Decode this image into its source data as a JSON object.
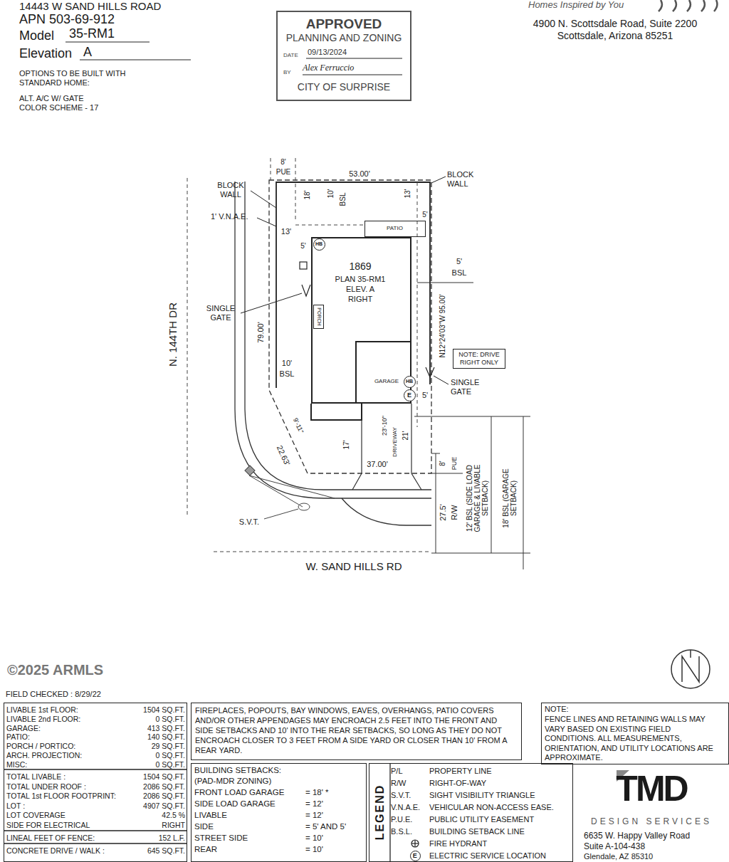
{
  "diagram": {
    "nodes": [
      {
        "text": [
          "APPROVED",
          "PLANNING AND ZONING",
          "DATE",
          "09/13/2024",
          "BY",
          "Alex Ferruccio",
          "CITY OF SURPRISE"
        ]
      },
      {
        "text": [
          "1869",
          "PLAN 35-RM1",
          "ELEV. A",
          "RIGHT"
        ]
      },
      {
        "text": [
          "PATIO"
        ]
      },
      {
        "text": [
          "PORCH"
        ],
        "in": 1
      },
      {
        "text": [
          "HB"
        ]
      },
      {
        "text": [
          "HB"
        ]
      },
      {
        "text": [
          "E"
        ]
      },
      {
        "text": [
          "NOTE: DRIVE RIGHT ONLY"
        ]
      },
      {
        "text": [
          "LIVABLE 1st FLOOR:",
          "1504 SQ.FT.",
          "LIVABLE 2nd FLOOR:",
          "0 SQ.FT.",
          "GARAGE:",
          "413 SQ.FT.",
          "PATIO:",
          "140 SQ.FT.",
          "PORCH / PORTICO:",
          "29 SQ.FT.",
          "ARCH. PROJECTION:",
          "0 SQ.FT.",
          "MISC:",
          "0 SQ.FT.",
          "TOTAL LIVABLE :",
          "1504 SQ.FT.",
          "TOTAL UNDER ROOF :",
          "2086 SQ.FT.",
          "TOTAL 1st FLOOR FOOTPRINT:",
          "2086 SQ.FT.",
          "LOT :",
          "4907 SQ.FT.",
          "LOT COVERAGE",
          "42.5 %",
          "SIDE FOR ELECTRICAL",
          "RIGHT",
          "LINEAL FEET OF FENCE:",
          "152 L.F.",
          "CONCRETE DRIVE / WALK :",
          "645 SQ.FT."
        ]
      },
      {
        "text": [
          "FIREPLACES, POPOUTS, BAY WINDOWS, EAVES, OVERHANGS, PATIO COVERS AND/OR OTHER APPENDAGES MAY ENCROACH 2.5 FEET INTO THE FRONT AND SIDE SETBACKS AND 10' INTO THE REAR SETBACKS, SO LONG AS THEY DO NOT ENCROACH CLOSER TO 3 FEET FROM A SIDE YARD OR CLOSER THAN 10' FROM A REAR YARD."
        ]
      },
      {
        "text": [
          "BUILDING SETBACKS:",
          "(PAD-MDR ZONING)",
          "FRONT LOAD GARAGE",
          "= 18' *",
          "SIDE LOAD GARAGE",
          "= 12'",
          "LIVABLE",
          "= 12'",
          "SIDE",
          "= 5' AND 5'",
          "STREET SIDE",
          "= 10'",
          "REAR",
          "= 10'"
        ]
      },
      {
        "text": [
          "LEGEND",
          "P/L",
          "PROPERTY LINE",
          "R/W",
          "RIGHT-OF-WAY",
          "S.V.T.",
          "SIGHT VISIBILITY TRIANGLE",
          "V.N.A.E.",
          "VEHICULAR NON-ACCESS EASE.",
          "P.U.E.",
          "PUBLIC UTILITY EASEMENT",
          "B.S.L.",
          "BUILDING SETBACK LINE",
          "FIRE HYDRANT",
          "ELECTRIC SERVICE LOCATION"
        ]
      },
      {
        "text": [
          "E"
        ],
        "in": 11
      },
      {
        "text": [
          "NOTE:",
          "FENCE LINES AND RETAINING WALLS MAY VARY BASED ON EXISTING FIELD CONDITIONS. ALL MEASUREMENTS, ORIENTATION, AND UTILITY LOCATIONS ARE APPROXIMATE."
        ]
      }
    ],
    "labels": [
      "14443 W SAND HILLS ROAD",
      "APN 503-69-912",
      "Model",
      "35-RM1",
      "Elevation",
      "A",
      "OPTIONS TO BE BUILT WITH STANDARD HOME:",
      "ALT. A/C W/ GATE",
      "COLOR SCHEME - 17",
      "Homes Inspired by You",
      "4900 N. Scottsdale Road, Suite 2200",
      "Scottsdale, Arizona 85251",
      "8'",
      "PUE",
      "53.00'",
      "BLOCK WALL",
      "BLOCK WALL",
      "18'",
      "10'",
      "BSL",
      "13'",
      "1' V.N.A.E.",
      "5'",
      "13'",
      "5'",
      "5'",
      "BSL",
      "SINGLE GATE",
      "79.00'",
      "N12°24'03\"W 95.00'",
      "10'",
      "BSL",
      "GARAGE",
      "SINGLE GATE",
      "5'",
      "N. 144TH DR",
      "9'-11\"",
      "22.63'",
      "17'",
      "23'-10\"",
      "DRIVEWAY",
      "21'",
      "37.00'",
      "8'",
      "PUE",
      "27.5'",
      "R/W",
      "12' BSL (SIDE LOAD GARAGE & LIVABLE SETBACK)",
      "18' BSL (GARAGE SETBACK)",
      "S.V.T.",
      "W. SAND HILLS RD",
      "FIELD CHECKED : 8/29/22",
      "©2025 ARMLS",
      "TMD",
      "DESIGN SERVICES",
      "6635 W. Happy Valley Road",
      "Suite A-104-438",
      "Glendale, AZ 85310"
    ]
  }
}
